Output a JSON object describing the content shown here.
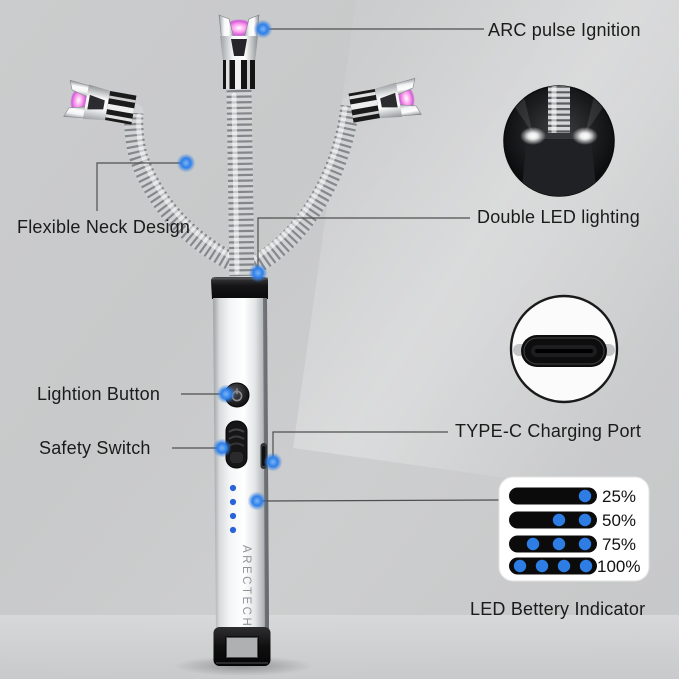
{
  "product": {
    "brand": "ARECTECH"
  },
  "callouts": {
    "arc_pulse": "ARC pulse Ignition",
    "flexible_neck": "Flexible Neck Design",
    "double_led": "Double LED lighting",
    "lightion_button": "Lightion Button",
    "safety_switch": "Safety Switch",
    "type_c": "TYPE-C Charging Port",
    "led_battery": "LED Bettery Indicator"
  },
  "battery": {
    "rows": [
      {
        "percent": "25%",
        "dots": 1
      },
      {
        "percent": "50%",
        "dots": 2
      },
      {
        "percent": "75%",
        "dots": 3
      },
      {
        "percent": "100%",
        "dots": 4
      }
    ],
    "bar_color": "#0b0b0b",
    "dot_color": "#2e7de4"
  },
  "body_leds": {
    "count": 4,
    "color": "#2a63d8"
  },
  "colors": {
    "background": "#c9cacb",
    "accent_dot": "#2e7fe8",
    "arc_glow": "#e06fd4",
    "text": "#1b1b1b"
  }
}
